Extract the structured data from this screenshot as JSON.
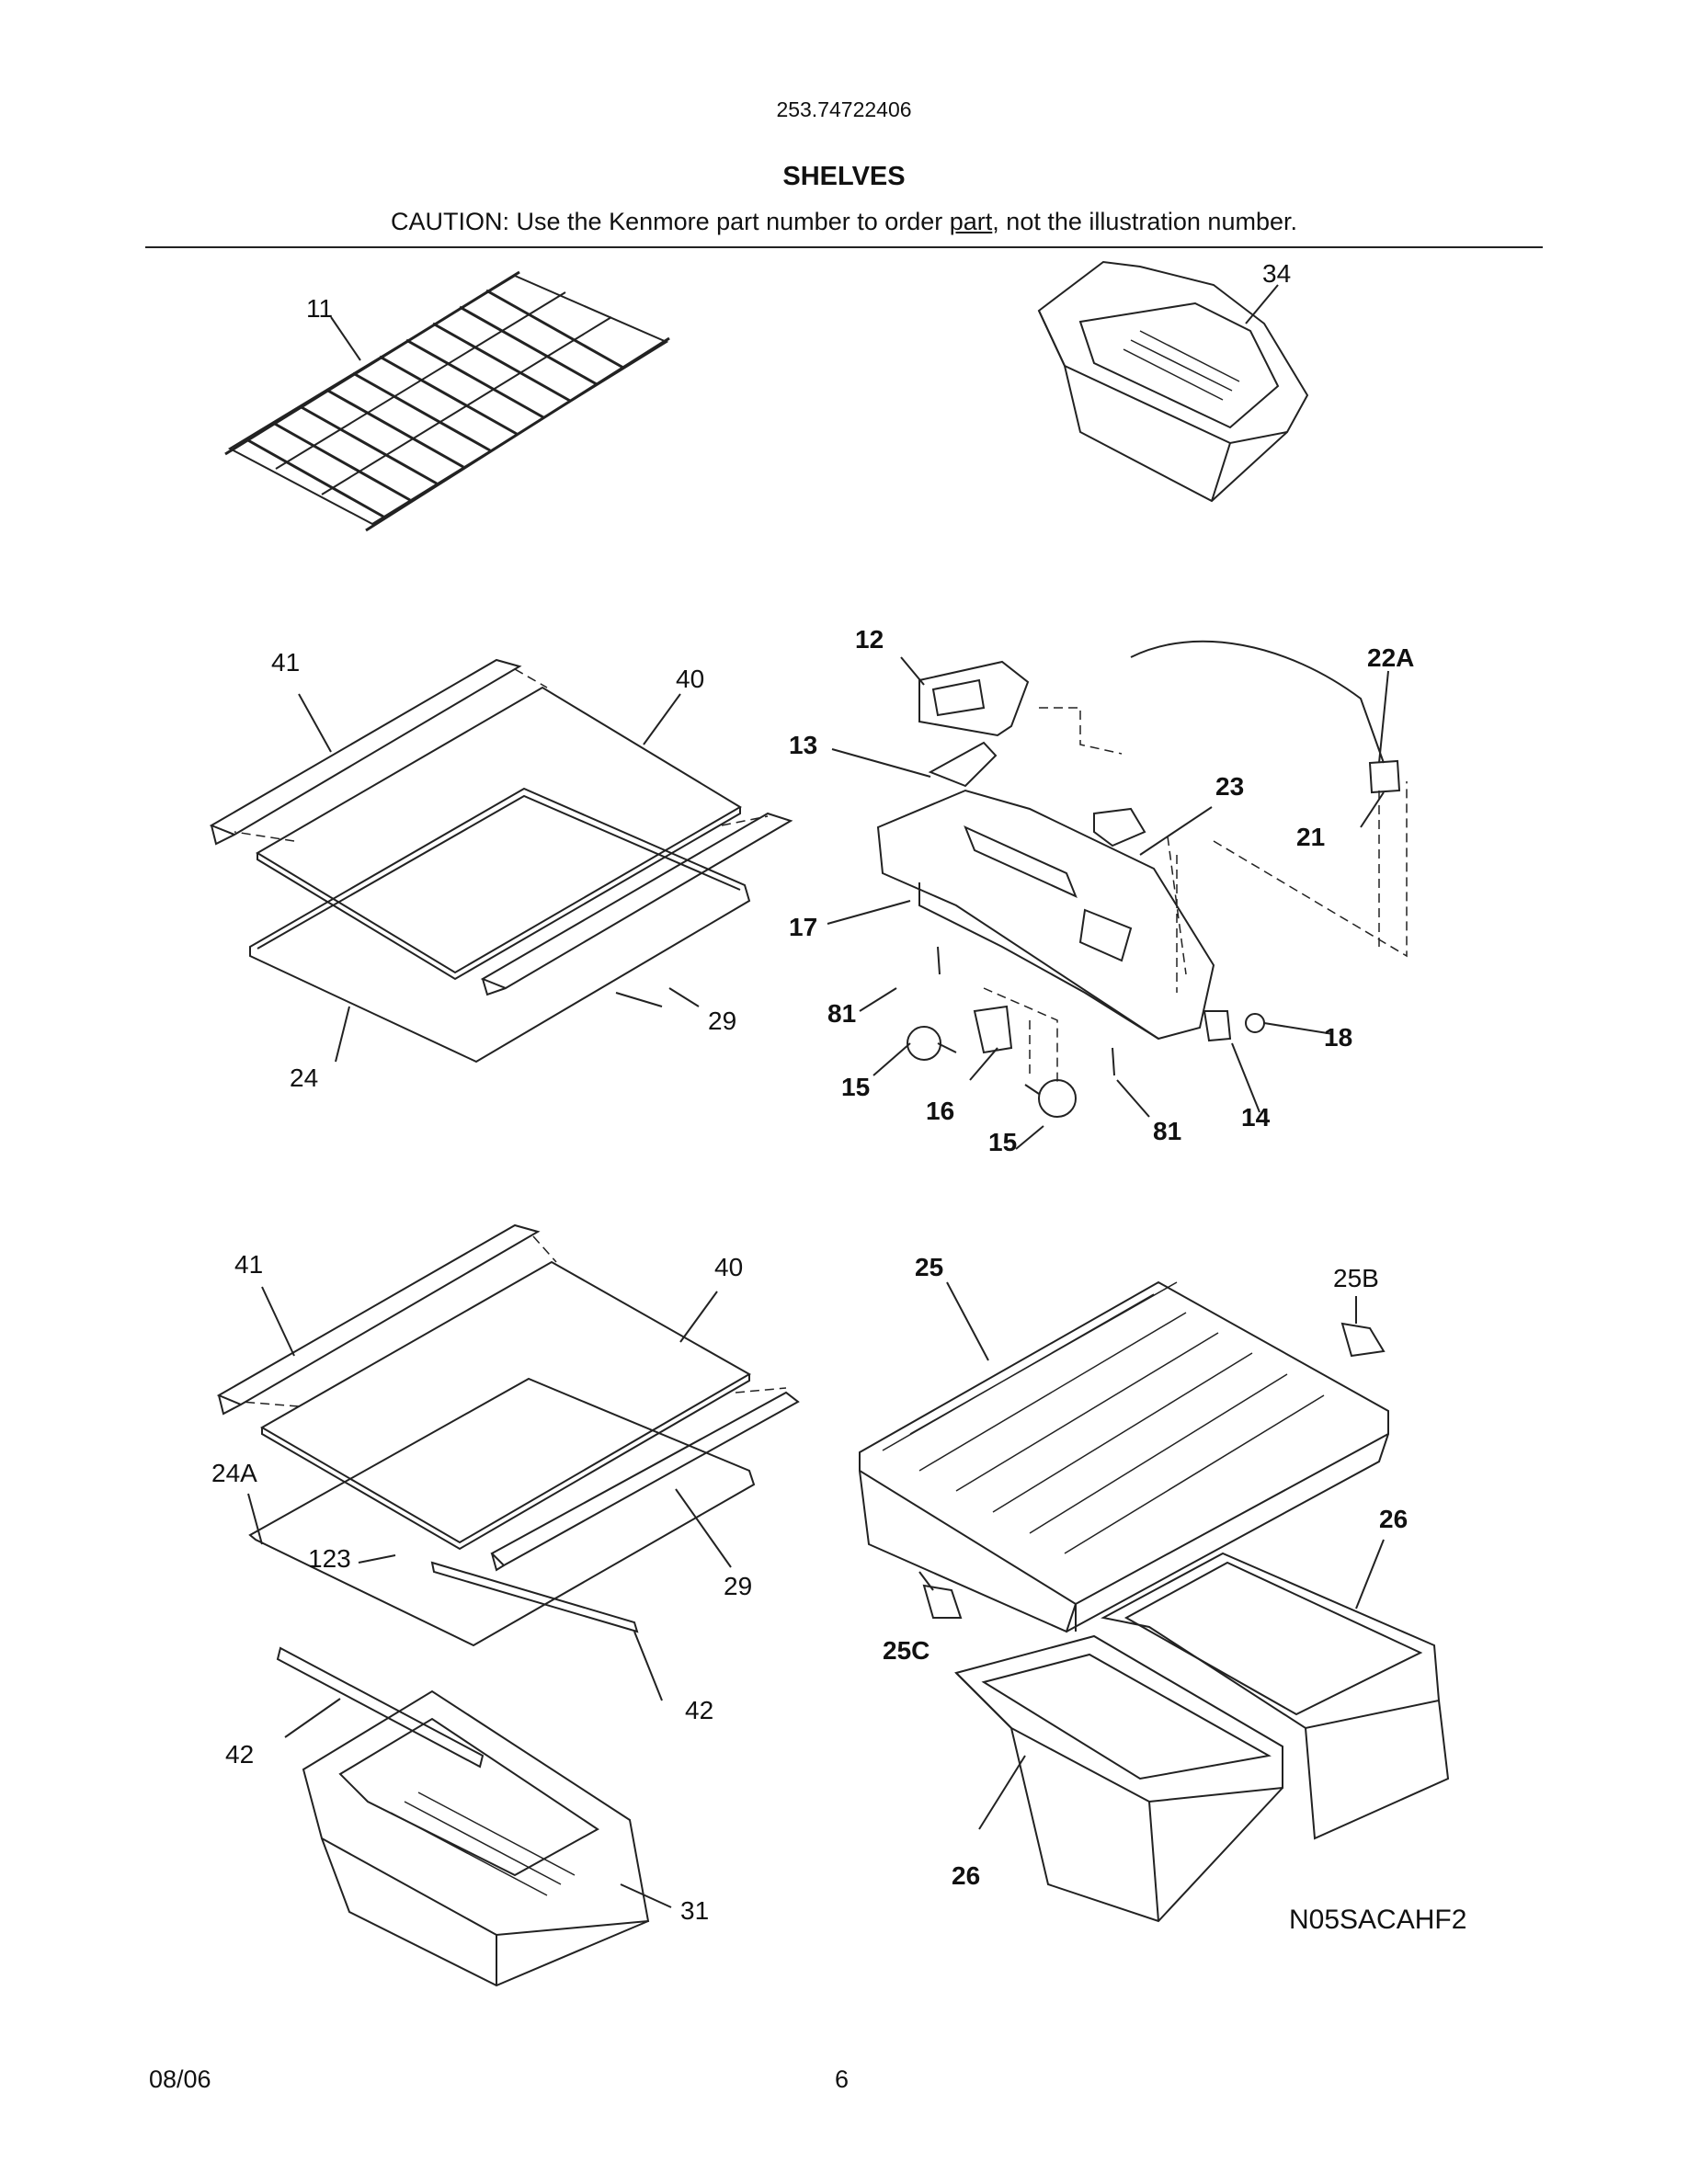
{
  "header": {
    "model_number": "253.74722406",
    "section_title": "SHELVES",
    "caution_prefix": "CAUTION: Use the Kenmore part number to order ",
    "caution_underlined": "part",
    "caution_suffix": ", not the illustration number."
  },
  "callouts": {
    "c11": "11",
    "c34": "34",
    "c41a": "41",
    "c40a": "40",
    "c29a": "29",
    "c24": "24",
    "c12": "12",
    "c22A": "22A",
    "c13": "13",
    "c23": "23",
    "c21": "21",
    "c17": "17",
    "c81a": "81",
    "c18": "18",
    "c15a": "15",
    "c16": "16",
    "c15b": "15",
    "c81b": "81",
    "c14": "14",
    "c41b": "41",
    "c40b": "40",
    "c24A": "24A",
    "c123": "123",
    "c29b": "29",
    "c42a": "42",
    "c42b": "42",
    "c31": "31",
    "c25": "25",
    "c25B": "25B",
    "c26a": "26",
    "c25C": "25C",
    "c26b": "26"
  },
  "diagram_code": "N05SACAHF2",
  "footer": {
    "date": "08/06",
    "page_number": "6"
  }
}
